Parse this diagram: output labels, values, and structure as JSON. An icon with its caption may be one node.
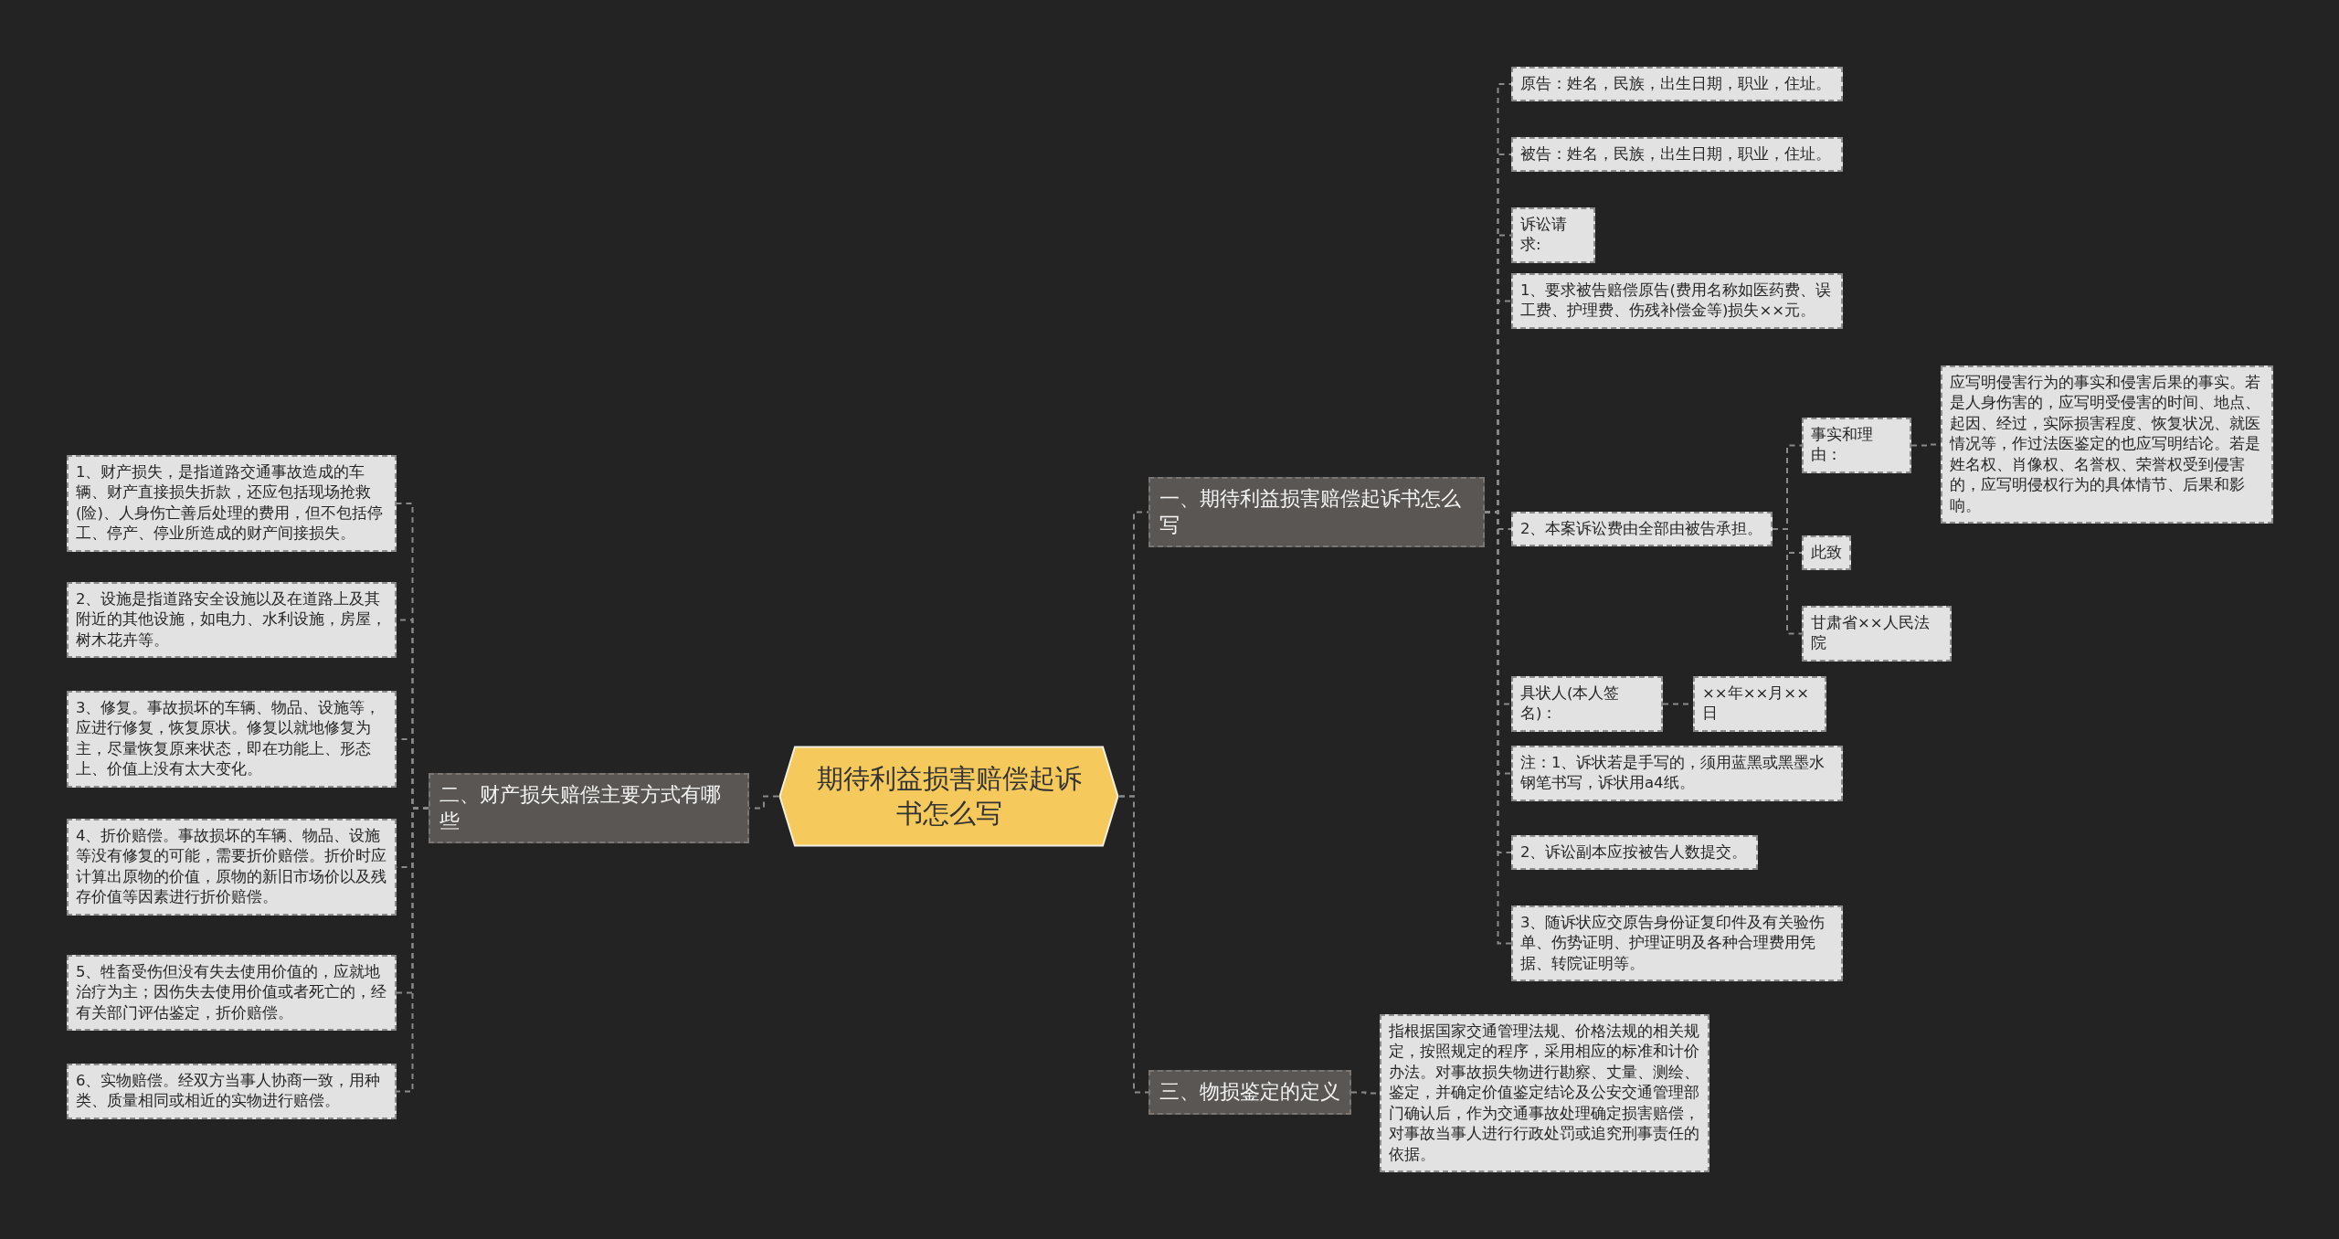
{
  "diagram": {
    "nodes": [
      {
        "text": [
          "期待利益损害赔偿起诉书怎么写"
        ]
      },
      {
        "text": [
          "一、期待利益损害赔偿起诉书怎么写"
        ]
      },
      {
        "text": [
          "原告：姓名，民族，出生日期，职业，住址。"
        ]
      },
      {
        "text": [
          "被告：姓名，民族，出生日期，职业，住址。"
        ]
      },
      {
        "text": [
          "诉讼请求:"
        ]
      },
      {
        "text": [
          "1、要求被告赔偿原告(费用名称如医药费、误工费、护理费、伤残补偿金等)损失××元。"
        ]
      },
      {
        "text": [
          "2、本案诉讼费由全部由被告承担。"
        ]
      },
      {
        "text": [
          "事实和理由："
        ]
      },
      {
        "text": [
          "应写明侵害行为的事实和侵害后果的事实。若是人身伤害的，应写明受侵害的时间、地点、起因、经过，实际损害程度、恢复状况、就医情况等，作过法医鉴定的也应写明结论。若是姓名权、肖像权、名誉权、荣誉权受到侵害的，应写明侵权行为的具体情节、后果和影响。"
        ]
      },
      {
        "text": [
          "此致"
        ]
      },
      {
        "text": [
          "甘肃省××人民法院"
        ]
      },
      {
        "text": [
          "具状人(本人签名)："
        ]
      },
      {
        "text": [
          "××年××月××日"
        ]
      },
      {
        "text": [
          "注：1、诉状若是手写的，须用蓝黑或黑墨水钢笔书写，诉状用a4纸。"
        ]
      },
      {
        "text": [
          "2、诉讼副本应按被告人数提交。"
        ]
      },
      {
        "text": [
          "3、随诉状应交原告身份证复印件及有关验伤单、伤势证明、护理证明及各种合理费用凭据、转院证明等。"
        ]
      },
      {
        "text": [
          "二、财产损失赔偿主要方式有哪些"
        ]
      },
      {
        "text": [
          "1、财产损失，是指道路交通事故造成的车辆、财产直接损失折款，还应包括现场抢救(险)、人身伤亡善后处理的费用，但不包括停工、停产、停业所造成的财产间接损失。"
        ]
      },
      {
        "text": [
          "2、设施是指道路安全设施以及在道路上及其附近的其他设施，如电力、水利设施，房屋，树木花卉等。"
        ]
      },
      {
        "text": [
          "3、修复。事故损坏的车辆、物品、设施等，应进行修复，恢复原状。修复以就地修复为主，尽量恢复原来状态，即在功能上、形态上、价值上没有太大变化。"
        ]
      },
      {
        "text": [
          "4、折价赔偿。事故损坏的车辆、物品、设施等没有修复的可能，需要折价赔偿。折价时应计算出原物的价值，原物的新旧市场价以及残存价值等因素进行折价赔偿。"
        ]
      },
      {
        "text": [
          "5、牲畜受伤但没有失去使用价值的，应就地治疗为主；因伤失去使用价值或者死亡的，经有关部门评估鉴定，折价赔偿。"
        ]
      },
      {
        "text": [
          "6、实物赔偿。经双方当事人协商一致，用种类、质量相同或相近的实物进行赔偿。"
        ]
      },
      {
        "text": [
          "三、物损鉴定的定义"
        ]
      },
      {
        "text": [
          "指根据国家交通管理法规、价格法规的相关规定，按照规定的程序，采用相应的标准和计价办法。对事故损失物进行勘察、丈量、测绘、鉴定，并确定价值鉴定结论及公安交通管理部门确认后，作为交通事故处理确定损害赔偿，对事故当事人进行行政处罚或追究刑事责任的依据。"
        ]
      }
    ],
    "edges": [
      {
        "from": 0,
        "to": 1,
        "arrow": "none"
      },
      {
        "from": 1,
        "to": 2,
        "arrow": "none"
      },
      {
        "from": 1,
        "to": 3,
        "arrow": "none"
      },
      {
        "from": 1,
        "to": 4,
        "arrow": "none"
      },
      {
        "from": 1,
        "to": 5,
        "arrow": "none"
      },
      {
        "from": 1,
        "to": 6,
        "arrow": "none"
      },
      {
        "from": 6,
        "to": 7,
        "arrow": "none"
      },
      {
        "from": 7,
        "to": 8,
        "arrow": "none"
      },
      {
        "from": 6,
        "to": 9,
        "arrow": "none"
      },
      {
        "from": 6,
        "to": 10,
        "arrow": "none"
      },
      {
        "from": 1,
        "to": 11,
        "arrow": "none"
      },
      {
        "from": 11,
        "to": 12,
        "arrow": "none"
      },
      {
        "from": 1,
        "to": 13,
        "arrow": "none"
      },
      {
        "from": 1,
        "to": 14,
        "arrow": "none"
      },
      {
        "from": 1,
        "to": 15,
        "arrow": "none"
      },
      {
        "from": 0,
        "to": 16,
        "arrow": "none"
      },
      {
        "from": 16,
        "to": 17,
        "arrow": "none"
      },
      {
        "from": 16,
        "to": 18,
        "arrow": "none"
      },
      {
        "from": 16,
        "to": 19,
        "arrow": "none"
      },
      {
        "from": 16,
        "to": 20,
        "arrow": "none"
      },
      {
        "from": 16,
        "to": 21,
        "arrow": "none"
      },
      {
        "from": 16,
        "to": 22,
        "arrow": "none"
      },
      {
        "from": 0,
        "to": 23,
        "arrow": "none"
      },
      {
        "from": 23,
        "to": 24,
        "arrow": "none"
      }
    ]
  }
}
